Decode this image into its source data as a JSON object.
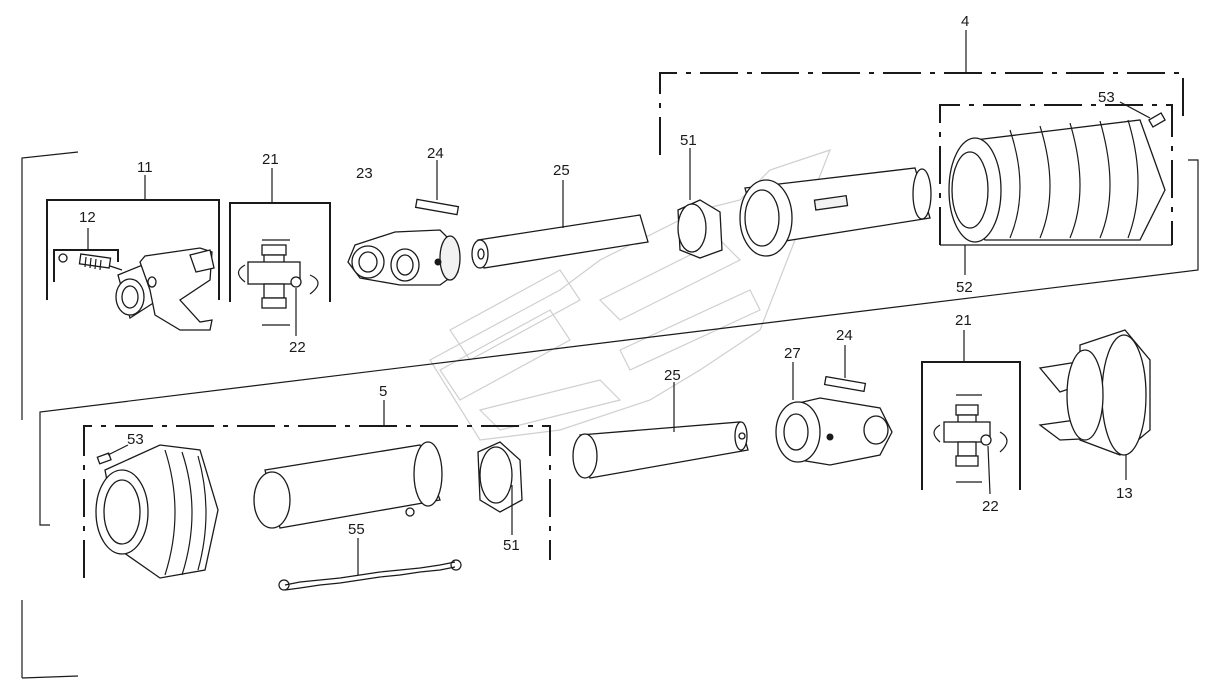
{
  "labels": {
    "l4": "4",
    "l5": "5",
    "l11": "11",
    "l12": "12",
    "l13": "13",
    "l21a": "21",
    "l21b": "21",
    "l22a": "22",
    "l22b": "22",
    "l23": "23",
    "l24a": "24",
    "l24b": "24",
    "l25a": "25",
    "l25b": "25",
    "l27": "27",
    "l51a": "51",
    "l51b": "51",
    "l52": "52",
    "l53a": "53",
    "l53b": "53",
    "l55": "55"
  },
  "colors": {
    "line": "#1a1a1a",
    "watermark": "#cfcfcf",
    "background": "#ffffff"
  }
}
